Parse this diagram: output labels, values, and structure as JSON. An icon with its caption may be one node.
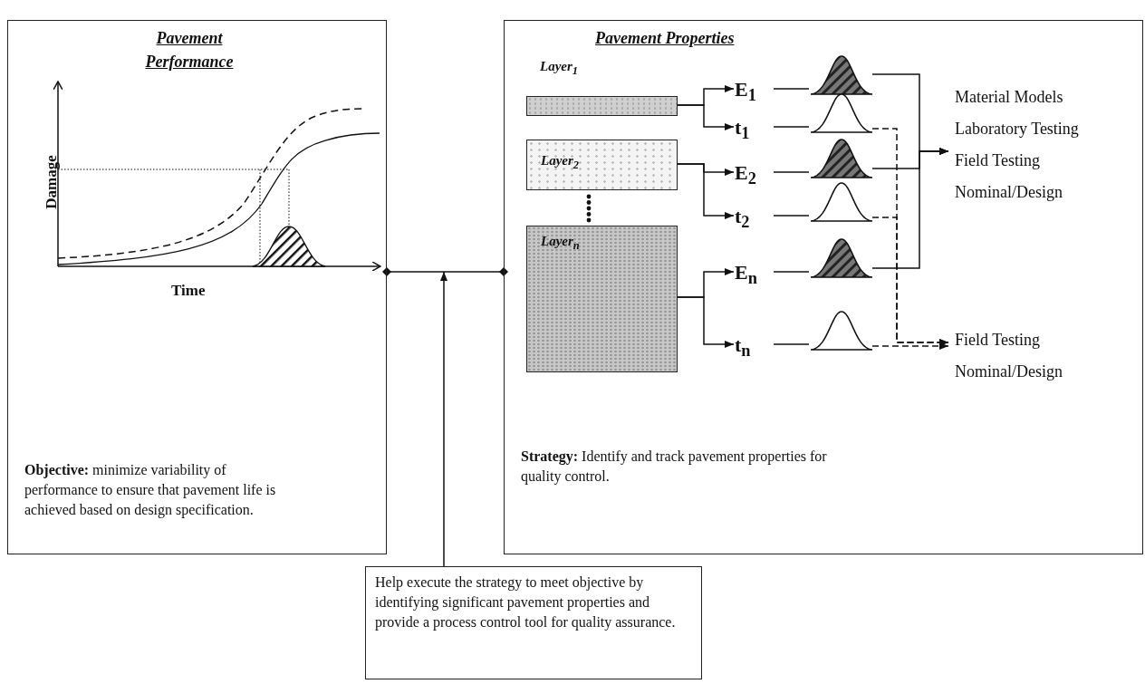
{
  "diagram": {
    "nodes": [
      {
        "text": [
          "Pavement Performance",
          "**Objective:** minimize variability of performance to ensure that pavement life is achieved based on design specification."
        ]
      },
      {
        "text": [
          "Pavement Properties",
          "**Strategy:** Identify and track pavement properties for quality control."
        ]
      },
      {
        "text": [
          "Layer$_{1}$"
        ],
        "in": 1
      },
      {
        "text": [
          "Layer$_{2}$"
        ],
        "in": 1
      },
      {
        "text": [
          "Layer$_{n}$"
        ],
        "in": 1
      },
      {
        "text": [
          "E$_{1}$"
        ],
        "in": 1
      },
      {
        "text": [
          "t$_{1}$"
        ],
        "in": 1
      },
      {
        "text": [
          "E$_{2}$"
        ],
        "in": 1
      },
      {
        "text": [
          "t$_{2}$"
        ],
        "in": 1
      },
      {
        "text": [
          "E$_{n}$"
        ],
        "in": 1
      },
      {
        "text": [
          "t$_{n}$"
        ],
        "in": 1
      },
      {
        "text": [],
        "shape": "picture",
        "in": 1
      },
      {
        "text": [],
        "shape": "picture",
        "in": 1
      },
      {
        "text": [],
        "shape": "picture",
        "in": 1
      },
      {
        "text": [],
        "shape": "picture",
        "in": 1
      },
      {
        "text": [],
        "shape": "picture",
        "in": 1
      },
      {
        "text": [],
        "shape": "picture",
        "in": 1
      },
      {
        "text": [
          "Material Models",
          "Laboratory Testing",
          "Field Testing",
          "Nominal/Design"
        ],
        "in": 1
      },
      {
        "text": [
          "Field Testing",
          "Nominal/Design"
        ],
        "in": 1
      },
      {
        "text": [
          "Help execute the strategy to meet objective by identifying significant pavement properties and provide a process control tool for quality assurance."
        ]
      }
    ],
    "edges": [
      {
        "from": 0,
        "to": 1,
        "arrow": "other"
      },
      {
        "from": 2,
        "to": 5,
        "arrow": "to"
      },
      {
        "from": 2,
        "to": 6,
        "arrow": "to"
      },
      {
        "from": 3,
        "to": 7,
        "arrow": "to"
      },
      {
        "from": 3,
        "to": 8,
        "arrow": "to"
      },
      {
        "from": 4,
        "to": 9,
        "arrow": "to"
      },
      {
        "from": 4,
        "to": 10,
        "arrow": "to"
      },
      {
        "from": 5,
        "to": 11,
        "arrow": "none"
      },
      {
        "from": 6,
        "to": 12,
        "arrow": "none"
      },
      {
        "from": 7,
        "to": 13,
        "arrow": "none"
      },
      {
        "from": 8,
        "to": 14,
        "arrow": "none"
      },
      {
        "from": 9,
        "to": 15,
        "arrow": "none"
      },
      {
        "from": 10,
        "to": 16,
        "arrow": "none"
      },
      {
        "from": 11,
        "to": 17,
        "arrow": "to"
      },
      {
        "from": 13,
        "to": 17,
        "arrow": "to"
      },
      {
        "from": 15,
        "to": 17,
        "arrow": "to"
      },
      {
        "from": 12,
        "to": 18,
        "arrow": "to",
        "style": "dashed"
      },
      {
        "from": 14,
        "to": 18,
        "arrow": "to",
        "style": "dashed"
      },
      {
        "from": 16,
        "to": 18,
        "arrow": "to",
        "style": "dashed"
      },
      {
        "from": 19,
        "to": null,
        "arrow": "to"
      }
    ],
    "labels": [
      "Damage",
      "Time"
    ]
  }
}
